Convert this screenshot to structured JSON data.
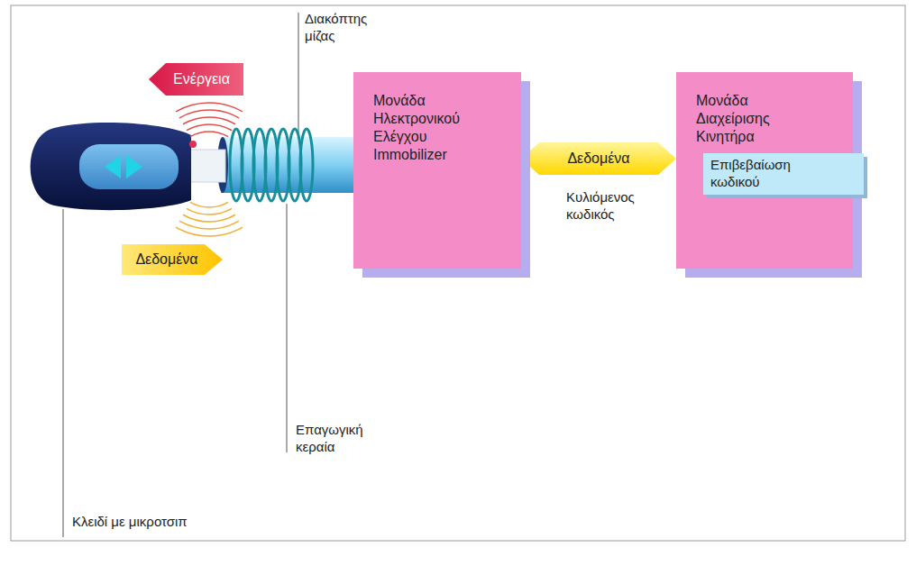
{
  "diagram": {
    "nodes": [
      {
        "text": [
          "Ενέργεια"
        ]
      },
      {
        "text": [
          "Μονάδα Ηλεκτρονικού Ελέγχου Immobilizer"
        ]
      },
      {
        "text": [
          "Μονάδα Διαχείρισης Κινητήρα"
        ]
      },
      {
        "text": [
          "Επιβεβαίωση κωδικού"
        ],
        "in": 2
      },
      {
        "text": [
          "Δεδομένα"
        ]
      }
    ],
    "edges": [
      {
        "from": 1,
        "to": 2,
        "label": "Δεδομένα",
        "arrow": "both"
      }
    ],
    "labels": [
      "Διακόπτης μίζας",
      "Κυλιόμενος κωδικός",
      "Επαγωγική κεραία",
      "Κλειδί με μικροτσιπ"
    ]
  }
}
